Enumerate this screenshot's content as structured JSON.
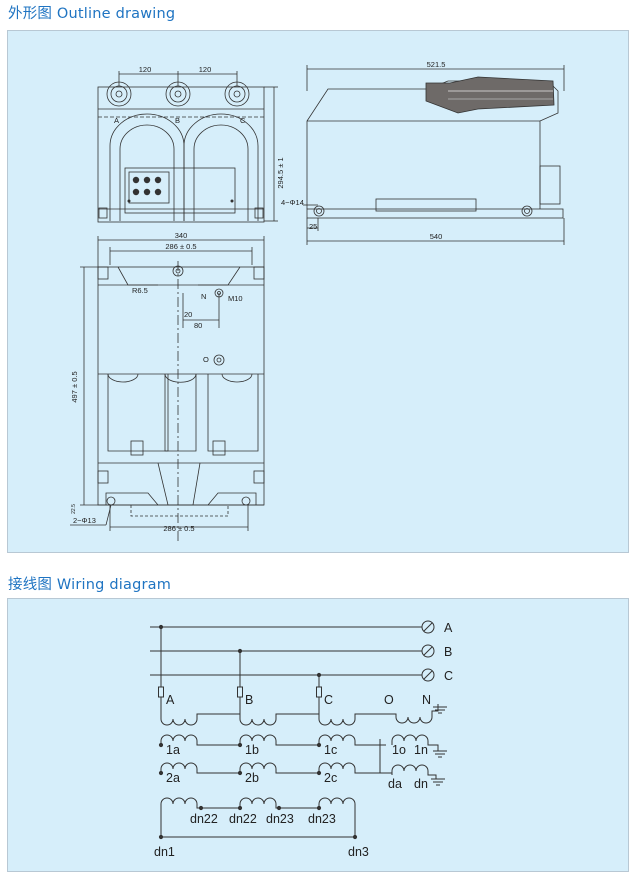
{
  "sections": {
    "outline_title": "外形图  Outline drawing",
    "wiring_title": "接线图  Wiring diagram"
  },
  "outline": {
    "front_top_dims": [
      "120",
      "120"
    ],
    "phase_labels": [
      "A",
      "B",
      "C"
    ],
    "front_height": "294.5 ± 1",
    "side_length": "521.5",
    "side_holes": "4−Φ14",
    "side_small": "25",
    "side_base": "540",
    "plan_width": "340",
    "plan_span": "286 ± 0.5",
    "plan_radius": "R6.5",
    "plan_n": "N",
    "plan_m10": "M10",
    "plan_20": "20",
    "plan_80": "80",
    "plan_o": "O",
    "plan_height": "497 ± 0.5",
    "plan_bottom_small": "22.5",
    "plan_holes": "2−Φ13",
    "plan_bottom_span": "286 ± 0.5"
  },
  "wiring": {
    "bus_labels": [
      "A",
      "B",
      "C"
    ],
    "primary_labels": [
      "A",
      "B",
      "C",
      "O",
      "N"
    ],
    "sec1_labels": [
      "1a",
      "1b",
      "1c",
      "1o",
      "1n"
    ],
    "sec2_labels": [
      "2a",
      "2b",
      "2c",
      "da",
      "dn"
    ],
    "dn_labels": [
      "dn22",
      "dn22",
      "dn23",
      "dn23"
    ],
    "bottom_labels": [
      "dn1",
      "dn3"
    ]
  },
  "colors": {
    "title": "#1f74c2",
    "panel": "#d6eefa",
    "line": "#333333"
  }
}
